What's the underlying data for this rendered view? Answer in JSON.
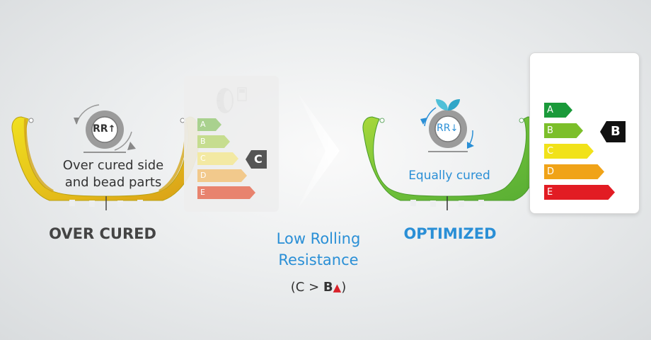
{
  "left": {
    "caption_line1": "Over cured side",
    "caption_line2": "and bead parts",
    "title": "OVER CURED",
    "rr_label": "RR",
    "grade": "C",
    "bars": [
      "A",
      "B",
      "C",
      "D",
      "E"
    ],
    "bar_colors": [
      "#a9d18e",
      "#c6dd8f",
      "#f3e9a3",
      "#f2c98c",
      "#e8836e"
    ]
  },
  "center": {
    "title_line1": "Low Rolling",
    "title_line2": "Resistance",
    "sub_open": "(C > ",
    "sub_bold": "B",
    "sub_close": ")"
  },
  "right": {
    "caption": "Equally cured",
    "title": "OPTIMIZED",
    "rr_label": "RR",
    "grade": "B",
    "bars": [
      "A",
      "B",
      "C",
      "D",
      "E"
    ],
    "bar_colors": [
      "#1a9a3a",
      "#7cbf2a",
      "#f1e21a",
      "#f0a318",
      "#e21c23"
    ]
  },
  "colors": {
    "accent_blue": "#2a8fd6",
    "yellow_tire": "#e3d21e",
    "green_tire": "#7ec83a",
    "arrow_red": "#d8222a"
  }
}
